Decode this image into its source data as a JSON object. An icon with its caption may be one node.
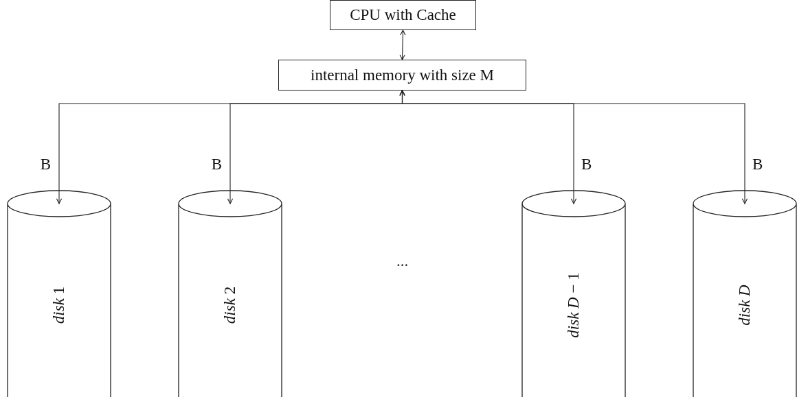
{
  "diagram": {
    "nodes": [
      {
        "text": [
          "CPU with Cache"
        ]
      },
      {
        "text": [
          "internal memory with size M"
        ]
      },
      {
        "text": [
          "*disk* 1"
        ]
      },
      {
        "text": [
          "*disk* 2"
        ]
      },
      {
        "text": [
          "*disk D* − 1"
        ]
      },
      {
        "text": [
          "*disk D*"
        ]
      }
    ],
    "edges": [
      {
        "from": 0,
        "to": 1,
        "arrow": "both"
      },
      {
        "from": 1,
        "to": 2,
        "arrow": "both",
        "label": "B"
      },
      {
        "from": 1,
        "to": 3,
        "arrow": "both",
        "label": "B"
      },
      {
        "from": 1,
        "to": 4,
        "arrow": "both",
        "label": "B"
      },
      {
        "from": 1,
        "to": 5,
        "arrow": "both",
        "label": "B"
      }
    ],
    "labels": [
      "..."
    ]
  }
}
